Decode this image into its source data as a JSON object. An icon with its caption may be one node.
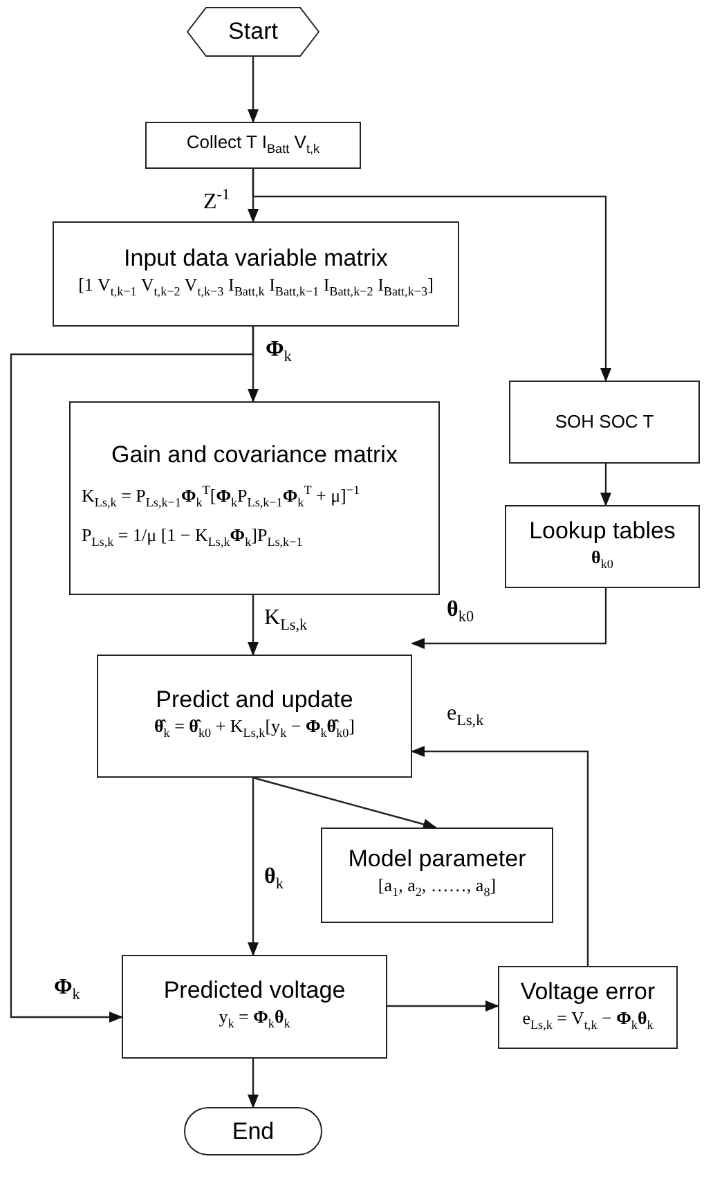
{
  "diagram": {
    "nodes": [
      {
        "text": [
          "Start"
        ]
      },
      {
        "text": [
          "Collect T I$_{Batt}$ V$_{t,k}$"
        ]
      },
      {
        "text": [
          "Input data variable matrix",
          "[1 V$_{t,k−1}$ V$_{t,k−2}$ V$_{t,k−3}$ I$_{Batt,k}$ I$_{Batt,k−1}$ I$_{Batt,k−2}$ I$_{Batt,k−3}$]"
        ]
      },
      {
        "text": [
          "SOH SOC T"
        ]
      },
      {
        "text": [
          "Gain and covariance matrix",
          "K$_{Ls,k}$ = P$_{Ls,k−1}$**Φ**$_{k}$$^{T}$[**Φ**$_{k}$P$_{Ls,k−1}$**Φ**$_{k}$$^{T}$ + μ]$^{−1}$",
          "P$_{Ls,k}$ = 1/μ [1 − K$_{Ls,k}$**Φ**$_{k}$]P$_{Ls,k−1}$"
        ]
      },
      {
        "text": [
          "Lookup tables",
          "**θ**$_{k0}$"
        ]
      },
      {
        "text": [
          "Predict and update",
          "**θ̂**$_{k}$ = **θ̂**$_{k0}$ + K$_{Ls,k}$[y$_{k}$ − **Φ**$_{k}$**θ̂**$_{k0}$]"
        ]
      },
      {
        "text": [
          "Model parameter",
          "[a$_{1}$, a$_{2}$, ……, a$_{8}$]"
        ]
      },
      {
        "text": [
          "Predicted voltage",
          "y$_{k}$ = **Φ**$_{k}$**θ**$_{k}$"
        ]
      },
      {
        "text": [
          "Voltage error",
          "e$_{Ls,k}$ = V$_{t,k}$ − **Φ**$_{k}$**θ**$_{k}$"
        ]
      },
      {
        "text": [
          "End"
        ]
      }
    ],
    "edges": [
      {
        "from": 0,
        "to": 1,
        "arrow": "to"
      },
      {
        "from": 1,
        "to": 2,
        "arrow": "to",
        "label": "Z$^{-1}$"
      },
      {
        "from": 1,
        "to": 3,
        "arrow": "to"
      },
      {
        "from": 2,
        "to": 4,
        "arrow": "to",
        "label": "**Φ**$_{k}$"
      },
      {
        "from": 2,
        "to": 8,
        "arrow": "to",
        "label": "**Φ**$_{k}$"
      },
      {
        "from": 3,
        "to": 5,
        "arrow": "to"
      },
      {
        "from": 4,
        "to": 6,
        "arrow": "to",
        "label": "K$_{Ls,k}$"
      },
      {
        "from": 5,
        "to": 6,
        "arrow": "to",
        "label": "**θ**$_{k0}$"
      },
      {
        "from": 6,
        "to": 7,
        "arrow": "to"
      },
      {
        "from": 6,
        "to": 8,
        "arrow": "to",
        "label": "**θ**$_{k}$"
      },
      {
        "from": 8,
        "to": 9,
        "arrow": "to"
      },
      {
        "from": 9,
        "to": 6,
        "arrow": "to",
        "label": "e$_{Ls,k}$"
      },
      {
        "from": 8,
        "to": 10,
        "arrow": "to"
      }
    ]
  }
}
